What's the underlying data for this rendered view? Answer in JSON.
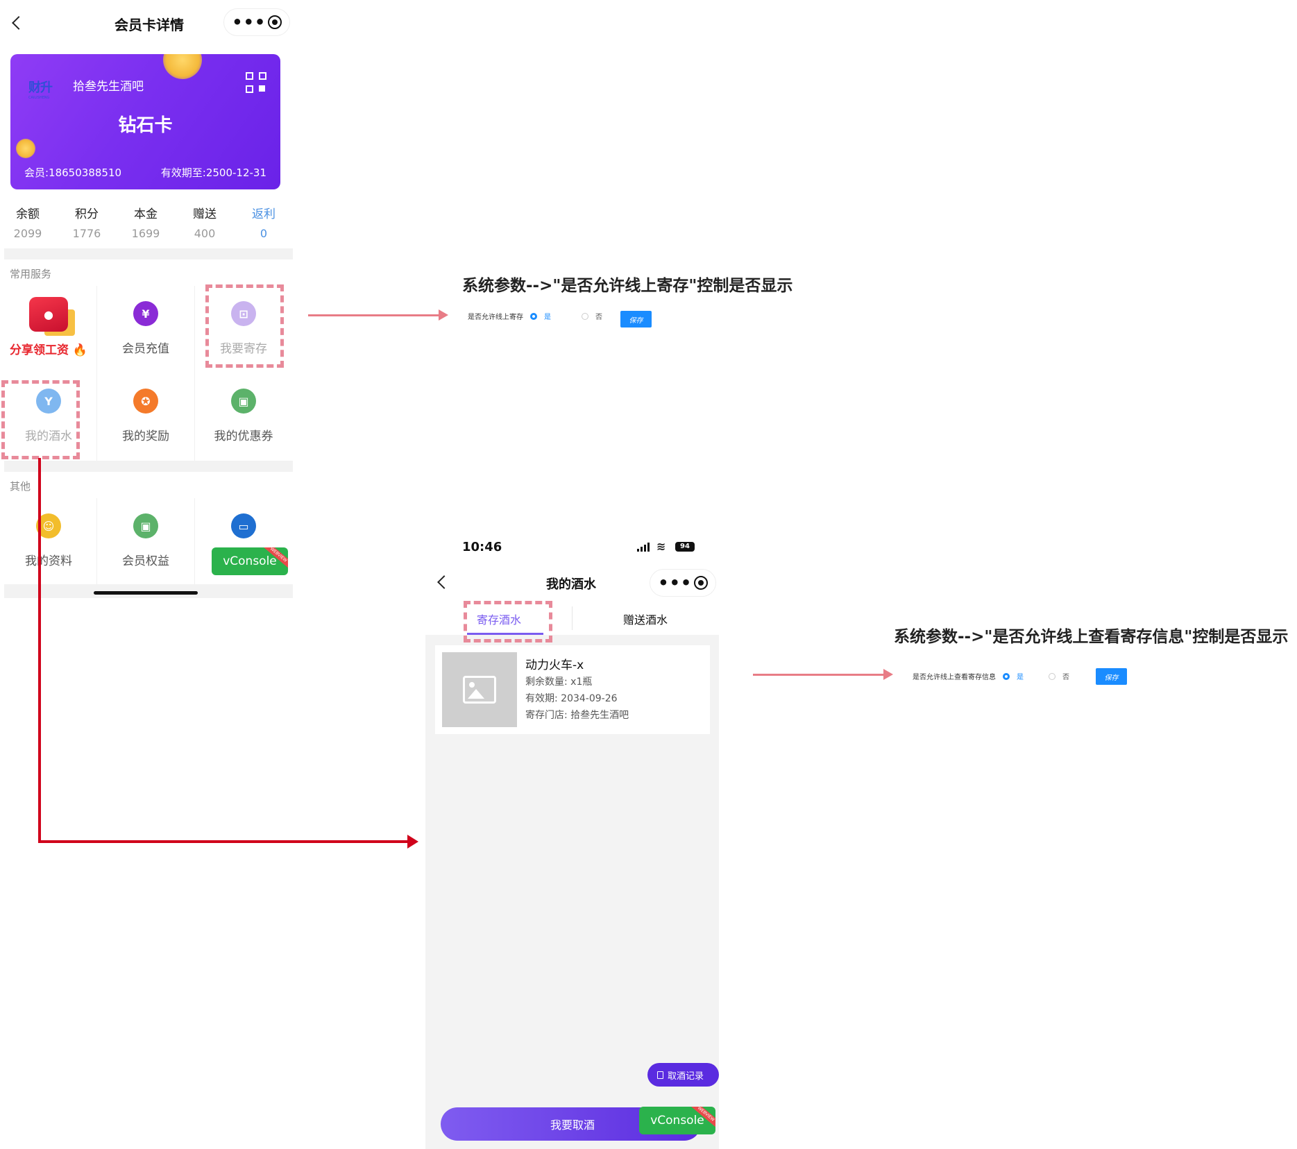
{
  "left_screen": {
    "nav_title": "会员卡详情",
    "card": {
      "brand_logo": "财升",
      "brand_logo_sub": "CAILISHENG",
      "store_name": "拾叁先生酒吧",
      "level": "钻石卡",
      "member_no": "会员:18650388510",
      "valid_until": "有效期至:2500-12-31"
    },
    "stats": [
      {
        "label": "余额",
        "value": "2099"
      },
      {
        "label": "积分",
        "value": "1776"
      },
      {
        "label": "本金",
        "value": "1699"
      },
      {
        "label": "赠送",
        "value": "400"
      },
      {
        "label": "返利",
        "value": "0"
      }
    ],
    "common_services_title": "常用服务",
    "services": [
      {
        "label": "分享领工资",
        "icon": "red-envelope-icon"
      },
      {
        "label": "会员充值",
        "icon": "recharge-icon"
      },
      {
        "label": "我要寄存",
        "icon": "deposit-bag-icon"
      },
      {
        "label": "我的酒水",
        "icon": "cocktail-icon"
      },
      {
        "label": "我的奖励",
        "icon": "award-icon"
      },
      {
        "label": "我的优惠券",
        "icon": "coupon-icon"
      }
    ],
    "others_title": "其他",
    "others": [
      {
        "label": "我的资料",
        "icon": "user-icon"
      },
      {
        "label": "会员权益",
        "icon": "benefit-ticket-icon"
      },
      {
        "label": "",
        "icon": "card-icon"
      }
    ],
    "vconsole_label": "vConsole",
    "ribbon_text": "WEBVIEW"
  },
  "note_deposit": {
    "title": "系统参数-->\"是否允许线上寄存\"控制是否显示",
    "param_label": "是否允许线上寄存",
    "yes": "是",
    "no": "否",
    "save": "保存"
  },
  "note_view": {
    "title": "系统参数-->\"是否允许线上查看寄存信息\"控制是否显示",
    "param_label": "是否允许线上查看寄存信息",
    "yes": "是",
    "no": "否",
    "save": "保存"
  },
  "right_screen": {
    "status_time": "10:46",
    "battery": "94",
    "nav_title": "我的酒水",
    "tabs": [
      "寄存酒水",
      "赠送酒水"
    ],
    "item": {
      "name": "动力火车-x",
      "remaining": "剩余数量:  x1瓶",
      "expiry": "有效期:  2034-09-26",
      "store": "寄存门店: 拾叁先生酒吧"
    },
    "float_button": "取酒记录",
    "bottom_button": "我要取酒",
    "vconsole_label": "vConsole",
    "ribbon_text": "WEBVIEW"
  },
  "colors": {
    "card_purple": "#7a2ff0",
    "accent_blue": "#4a90e2",
    "annotation_pink": "#e87c86",
    "connector_red": "#d0021b",
    "vconsole_green": "#2bb24c"
  }
}
